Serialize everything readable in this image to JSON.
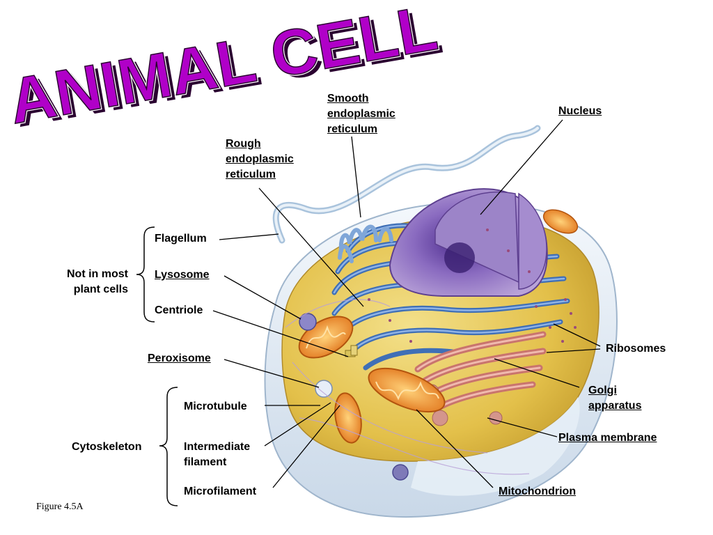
{
  "title": "ANIMAL CELL",
  "figure_caption": "Figure 4.5A",
  "colors": {
    "title_fill": "#b000c8",
    "title_shadow": "#2a0030",
    "cytoplasm": "#e8c84a",
    "membrane": "#dfe9f2",
    "er": "#5b87c8",
    "nucleus": "#8a6bb8",
    "golgi": "#d9958a",
    "mitochondrion": "#f28a1c"
  },
  "labels": {
    "smooth_er": [
      "Smooth",
      "endoplasmic",
      "reticulum"
    ],
    "nucleus": "Nucleus",
    "rough_er": [
      "Rough",
      "endoplasmic",
      "reticulum"
    ],
    "flagellum": "Flagellum",
    "not_in_plant": [
      "Not in most",
      "plant cells"
    ],
    "lysosome": "Lysosome",
    "centriole": "Centriole",
    "ribosomes": "Ribosomes",
    "peroxisome": "Peroxisome",
    "golgi": [
      "Golgi",
      "apparatus"
    ],
    "microtubule": "Microtubule",
    "cytoskeleton": "Cytoskeleton",
    "intermediate_filament": [
      "Intermediate",
      "filament"
    ],
    "plasma_membrane": "Plasma membrane",
    "microfilament": "Microfilament",
    "mitochondrion": "Mitochondrion"
  }
}
